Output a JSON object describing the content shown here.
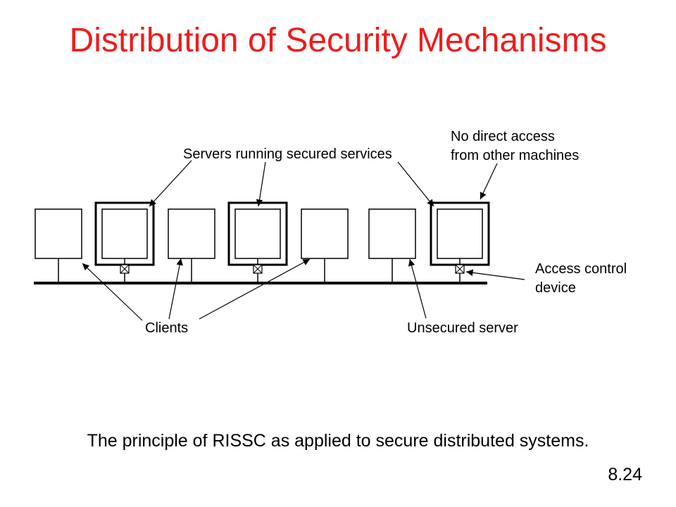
{
  "title": "Distribution of Security Mechanisms",
  "labels": {
    "servers_secured": "Servers running secured services",
    "no_direct_access_line1": "No direct access",
    "no_direct_access_line2": "from other machines",
    "access_control_line1": "Access control",
    "access_control_line2": "device",
    "clients": "Clients",
    "unsecured_server": "Unsecured server"
  },
  "caption": "The principle of RISSC as applied to secure distributed systems.",
  "slide_number": "8.24",
  "colors": {
    "title": "#ee1c1c",
    "lines": "#000000",
    "background": "#ffffff"
  }
}
